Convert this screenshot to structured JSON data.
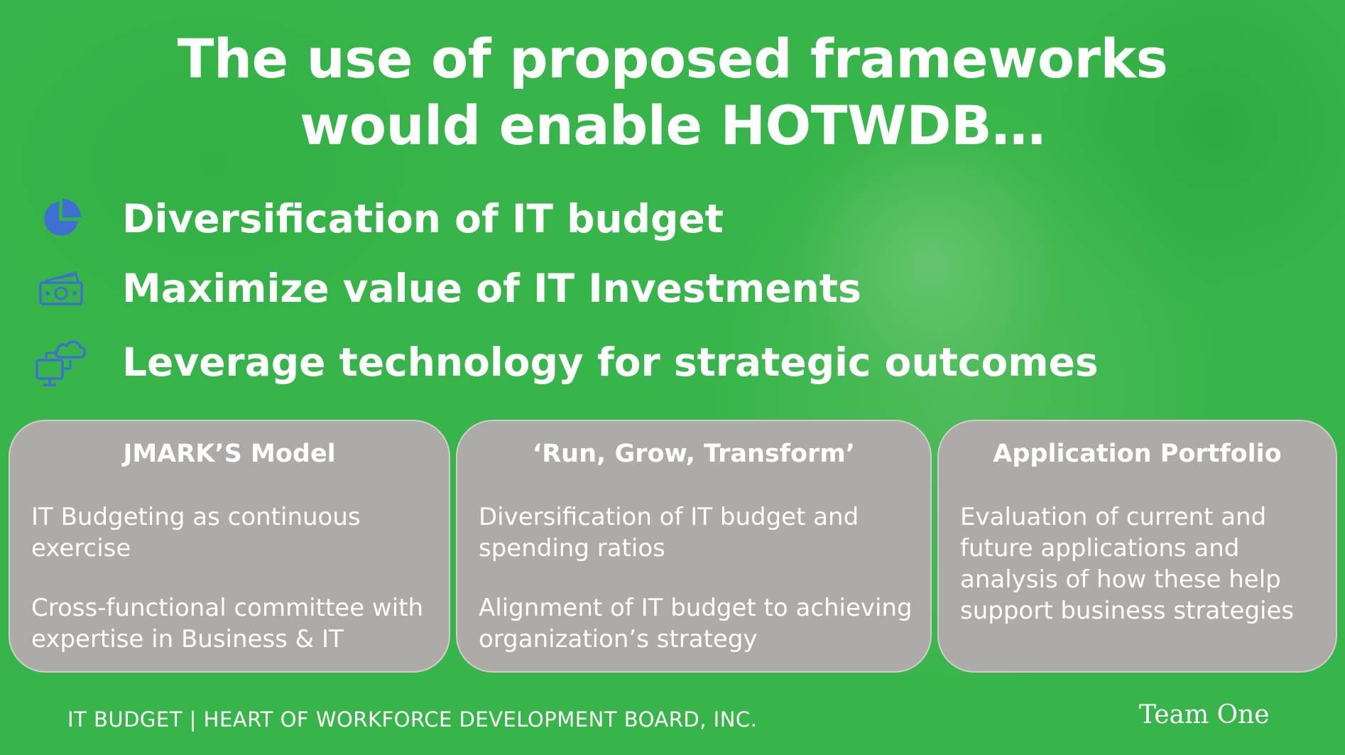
{
  "title": {
    "line1": "The use of proposed frameworks",
    "line2": "would enable HOTWDB…"
  },
  "bullets": [
    {
      "icon": "pie-chart-icon",
      "label": "Diversification of IT budget"
    },
    {
      "icon": "money-icon",
      "label": "Maximize value of IT Investments"
    },
    {
      "icon": "cloud-computer-icon",
      "label": "Leverage technology for strategic outcomes"
    }
  ],
  "cards": [
    {
      "title": "JMARK’S Model",
      "text1": "IT Budgeting as continuous exercise",
      "text2": "Cross-functional committee with expertise in Business & IT"
    },
    {
      "title": "‘Run, Grow, Transform’",
      "text1": "Diversification of IT budget and spending ratios",
      "text2": "Alignment of IT budget to achieving organization’s strategy"
    },
    {
      "title": "Application Portfolio",
      "text1": "Evaluation of current and future applications and analysis of how these help support business strategies"
    }
  ],
  "footer": {
    "left": "IT BUDGET | HEART OF WORKFORCE DEVELOPMENT BOARD, INC.",
    "right": "Team One"
  },
  "colors": {
    "background": "#38b54a",
    "card": "#aeaaa7",
    "icon": "#3f6fd1",
    "text": "#ffffff"
  }
}
